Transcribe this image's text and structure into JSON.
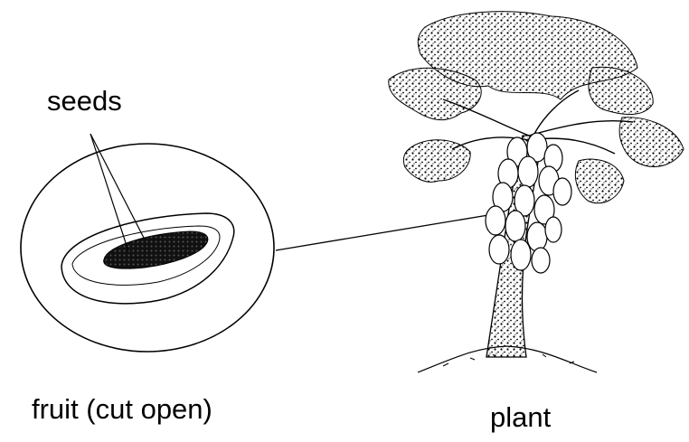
{
  "labels": {
    "seeds": "seeds",
    "fruit": "fruit (cut open)",
    "plant": "plant"
  },
  "colors": {
    "ink": "#000000",
    "background": "#ffffff"
  }
}
